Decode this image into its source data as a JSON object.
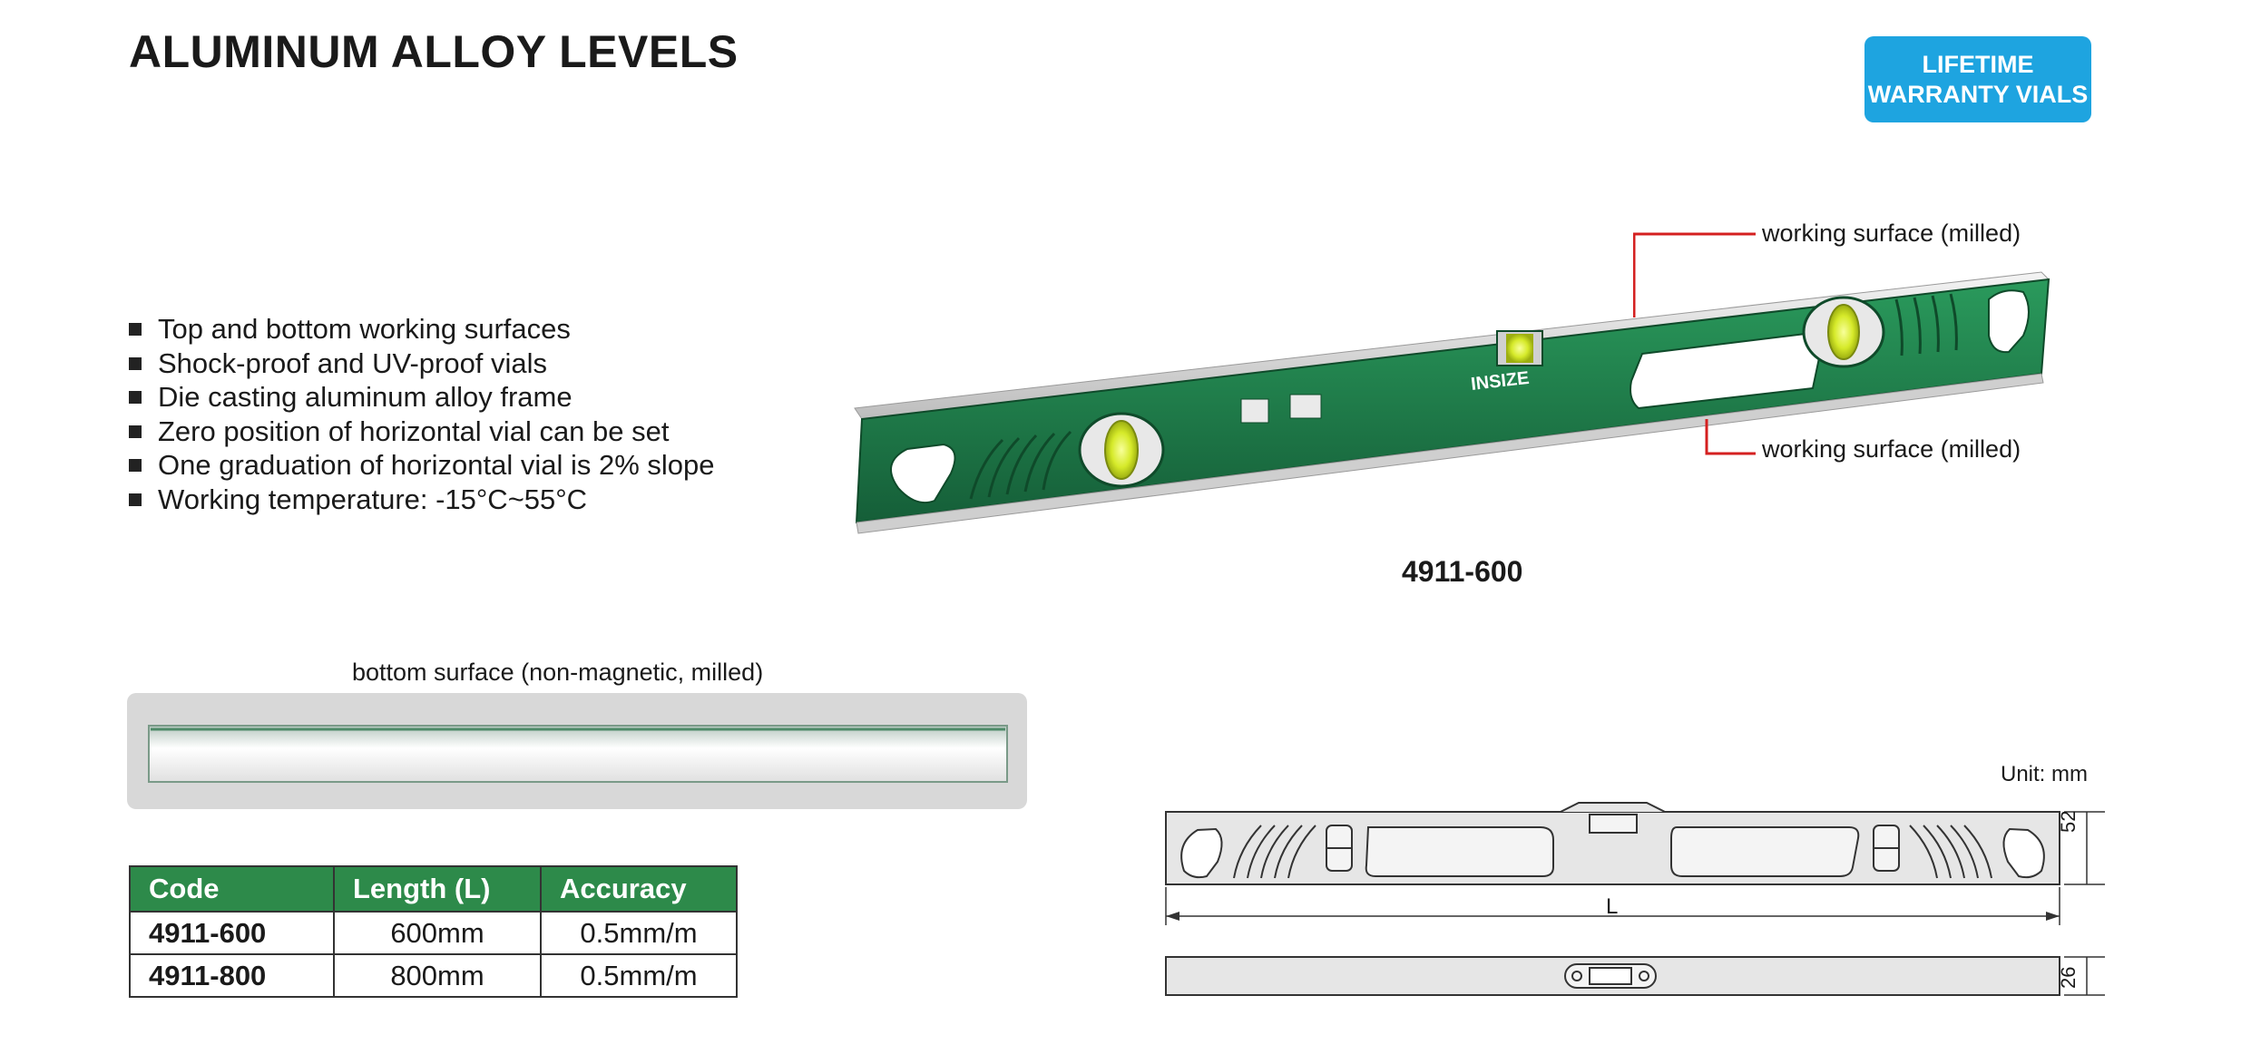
{
  "title": "ALUMINUM ALLOY LEVELS",
  "badge": {
    "line1": "LIFETIME",
    "line2": "WARRANTY VIALS",
    "color": "#1ea4e0"
  },
  "features": [
    "Top and bottom working surfaces",
    "Shock-proof and UV-proof vials",
    "Die casting aluminum alloy frame",
    "Zero position of horizontal vial can be set",
    "One graduation of horizontal vial is 2% slope",
    "Working temperature: -15°C~55°C"
  ],
  "product": {
    "callout_top": "working surface (milled)",
    "callout_bottom": "working surface (milled)",
    "brand": "INSIZE",
    "model": "4911-600",
    "frame_color": "#1f7d4c"
  },
  "bottom_view": {
    "label": "bottom surface (non-magnetic, milled)"
  },
  "drawing": {
    "unit": "Unit: mm",
    "length_label": "L",
    "height_label": "52",
    "width_label": "26"
  },
  "table": {
    "headers": [
      "Code",
      "Length (L)",
      "Accuracy"
    ],
    "rows": [
      {
        "code": "4911-600",
        "length": "600mm",
        "accuracy": "0.5mm/m"
      },
      {
        "code": "4911-800",
        "length": "800mm",
        "accuracy": "0.5mm/m"
      }
    ],
    "header_color": "#2d8a4a"
  }
}
